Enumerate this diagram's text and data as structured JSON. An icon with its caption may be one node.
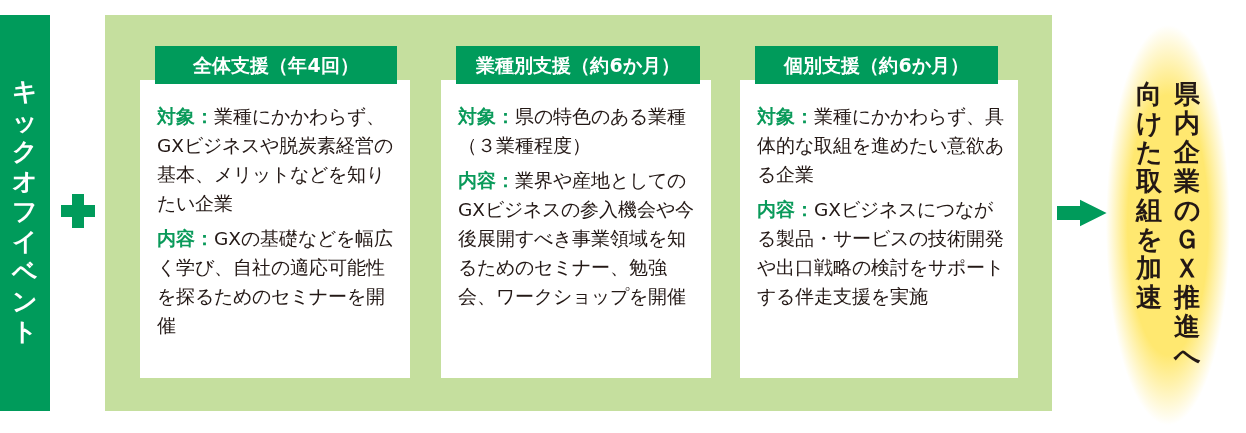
{
  "diagram": {
    "nodes": [
      {
        "text": [
          "キックオフイベント"
        ]
      },
      {
        "text": [],
        "shape": "box"
      },
      {
        "text": [
          "全体支援（年4回）"
        ],
        "in": 1
      },
      {
        "text": [
          "**対象：**業種にかかわらず、GXビジネスや脱炭素経営の基本、メリットなどを知りたい企業",
          "**内容：**GXの基礎などを幅広く学び、自社の適応可能性を探るためのセミナーを開催"
        ],
        "in": 1
      },
      {
        "text": [
          "業種別支援（約6か月）"
        ],
        "in": 1
      },
      {
        "text": [
          "**対象：**県の特色のある業種（３業種程度）",
          "**内容：**業界や産地としてのGXビジネスの参入機会や今後展開すべき事業領域を知るためのセミナー、勉強会、ワークショップを開催"
        ],
        "in": 1
      },
      {
        "text": [
          "個別支援（約6か月）"
        ],
        "in": 1
      },
      {
        "text": [
          "**対象：**業種にかかわらず、具体的な取組を進めたい意欲ある企業",
          "**内容：**GXビジネスにつながる製品・サービスの技術開発や出口戦略の検討をサポートする伴走支援を実施"
        ],
        "in": 1
      },
      {
        "text": [
          "県内企業のＧＸ推進へ向けた取組を加速"
        ]
      }
    ],
    "edges": [
      {
        "from": 1,
        "to": 8,
        "arrow": "to"
      }
    ]
  }
}
